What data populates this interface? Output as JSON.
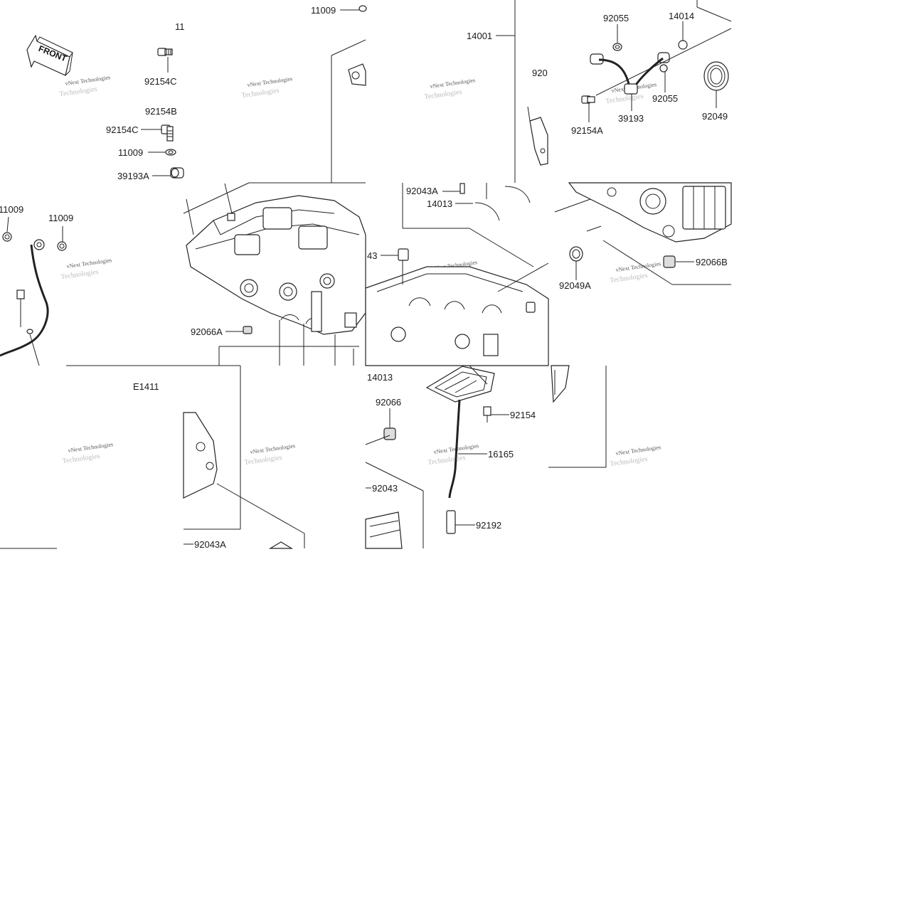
{
  "front_arrow": {
    "label": "FRONT"
  },
  "diagram_code": "E1411",
  "watermark": {
    "line1": "vNext Technologies",
    "line2": "Technologies"
  },
  "part_labels": [
    "11009",
    "11",
    "14001",
    "92055",
    "14014",
    "92154C",
    "92154B",
    "92154C",
    "11009",
    "39193A",
    "920",
    "92055",
    "92154A",
    "39193",
    "92049",
    "11009",
    "11009",
    "92043A",
    "14013",
    "92066B",
    "43",
    "92049A",
    "92066A",
    "14013",
    "92066",
    "92154",
    "16165",
    "92043",
    "92192",
    "92043A"
  ]
}
